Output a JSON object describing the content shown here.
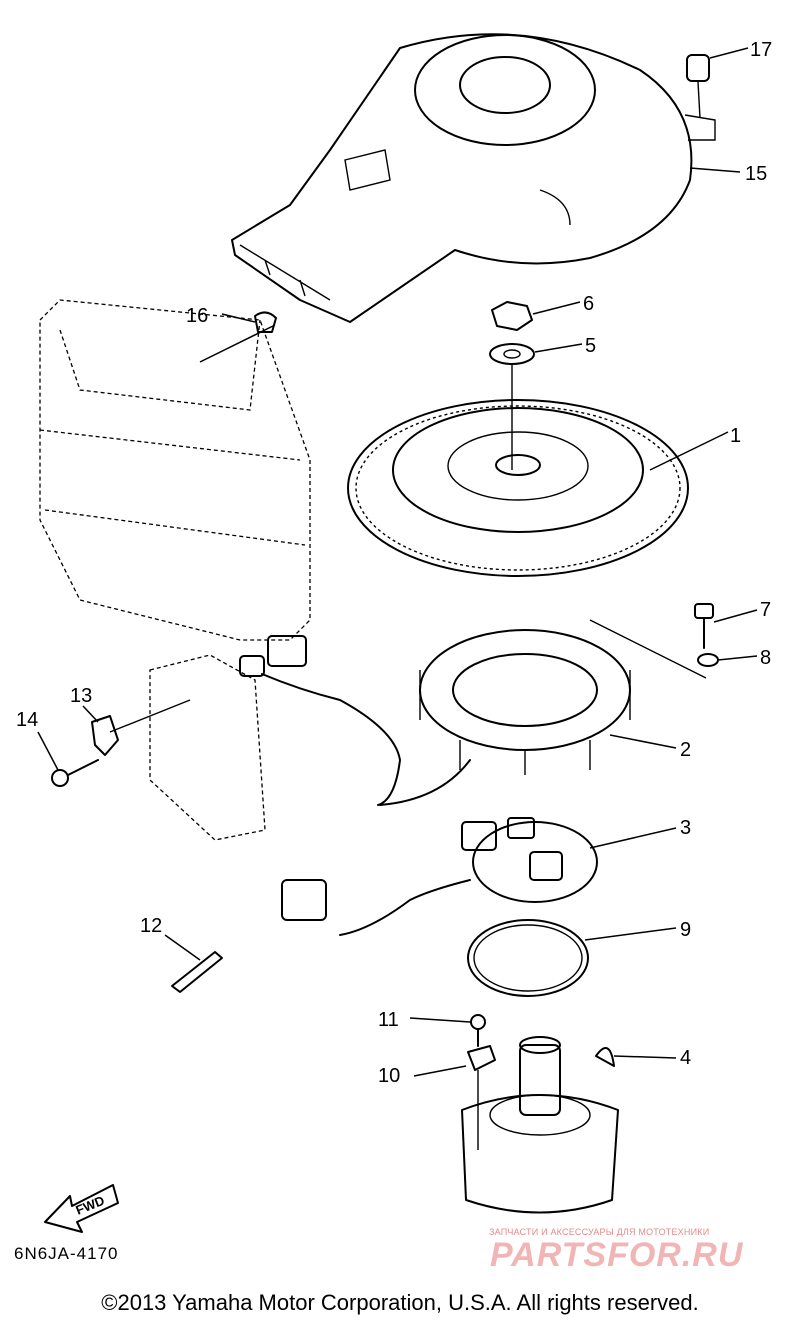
{
  "callouts": {
    "c1": "1",
    "c2": "2",
    "c3": "3",
    "c4": "4",
    "c5": "5",
    "c6": "6",
    "c7": "7",
    "c8": "8",
    "c9": "9",
    "c10": "10",
    "c11": "11",
    "c12": "12",
    "c13": "13",
    "c14": "14",
    "c15": "15",
    "c16": "16",
    "c17": "17"
  },
  "fwd_label": "FWD",
  "diagram_code": "6N6JA-4170",
  "watermark": {
    "tagline": "ЗАПЧАСТИ И АКСЕССУАРЫ ДЛЯ МОТОТЕХНИКИ",
    "brand": "PARTSFOR.RU"
  },
  "copyright": "©2013 Yamaha Motor Corporation, U.S.A. All rights reserved."
}
